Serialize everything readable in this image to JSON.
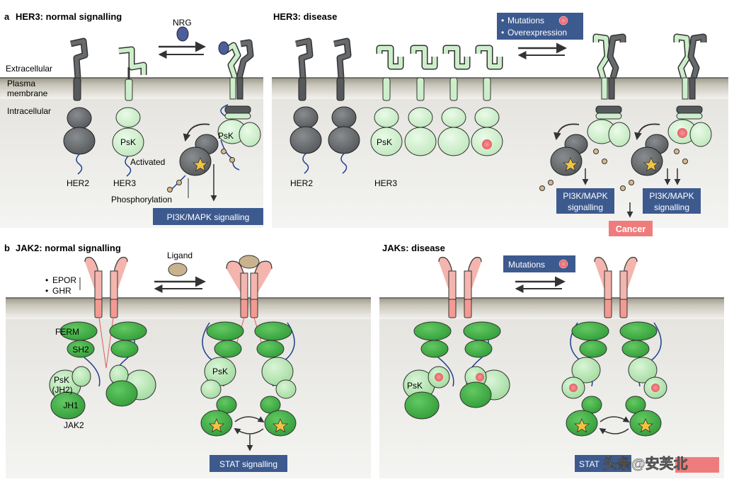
{
  "panel_a": {
    "letter": "a",
    "normal_title": "HER3: normal signalling",
    "disease_title": "HER3: disease",
    "ligand": "NRG",
    "compartments": {
      "extracellular": "Extracellular",
      "membrane_line1": "Plasma",
      "membrane_line2": "membrane",
      "intracellular": "Intracellular"
    },
    "her2": "HER2",
    "her3": "HER3",
    "psk": "PsK",
    "activated": "Activated",
    "phosphorylation": "Phosphorylation",
    "pathway": "PI3K/MAPK signalling",
    "pathway_line1": "PI3K/MAPK",
    "pathway_line2": "signalling",
    "disease_legend": [
      "Mutations",
      "Overexpression"
    ],
    "cancer": "Cancer"
  },
  "panel_b": {
    "letter": "b",
    "normal_title": "JAK2: normal signalling",
    "disease_title": "JAKs: disease",
    "receptors": [
      "EPOR",
      "GHR"
    ],
    "ligand": "Ligand",
    "domains": {
      "ferm": "FERM",
      "sh2": "SH2",
      "psk_jh2_line1": "PsK",
      "psk_jh2_line2": "(JH2)",
      "jh1": "JH1",
      "psk": "PsK"
    },
    "protein": "JAK2",
    "pathway": "STAT signalling",
    "disease_legend": "Mutations",
    "disease_pathway_partial": "STAT"
  },
  "watermark": "头条@安芙北",
  "colors": {
    "her2_dark": "#6b6e70",
    "her3_green": "#cdeecb",
    "jak_green": "#4cb84c",
    "receptor_pink": "#f3b5ae",
    "box_blue": "#3d5a8f",
    "cancer_red": "#ef7c7c",
    "mutation_dot": "#ef7478",
    "membrane_grey": "#b9b6a8",
    "nrg_blue": "#4c5f9b"
  }
}
